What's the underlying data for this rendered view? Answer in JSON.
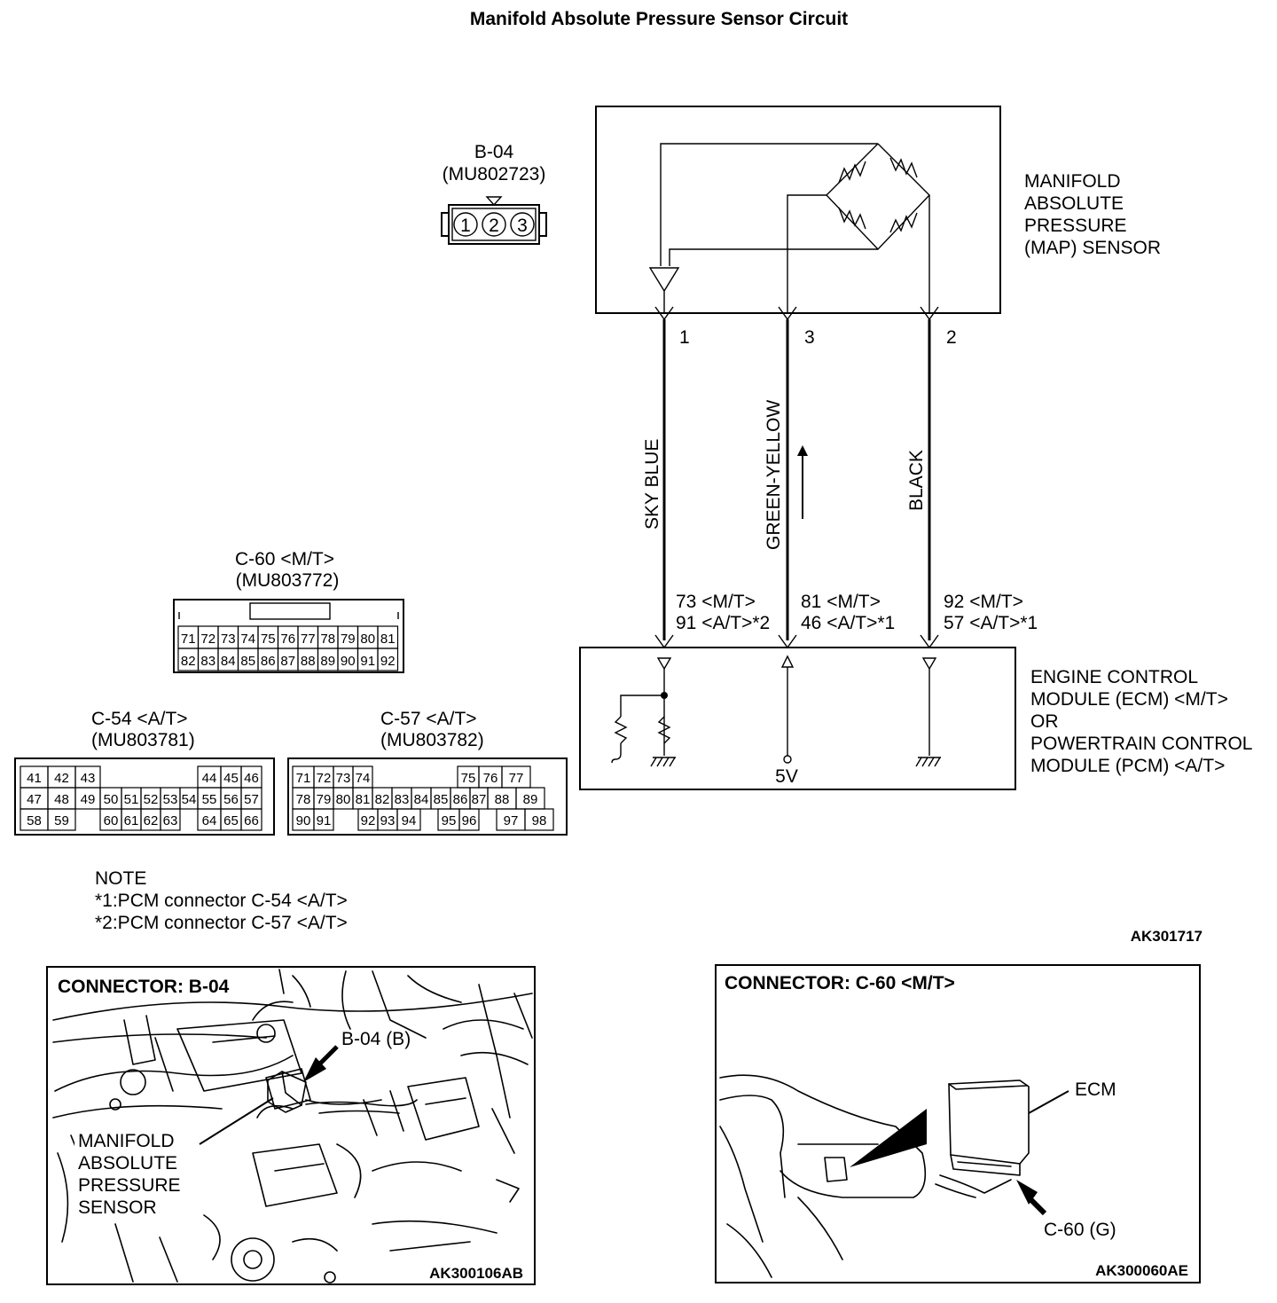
{
  "title": "Manifold Absolute Pressure Sensor Circuit",
  "figure_id": "AK301717",
  "sensor": {
    "name_lines": [
      "MANIFOLD",
      "ABSOLUTE",
      "PRESSURE",
      "(MAP) SENSOR"
    ],
    "terminals": [
      "1",
      "3",
      "2"
    ]
  },
  "connector_b04": {
    "id": "B-04",
    "part": "(MU802723)",
    "pins": [
      "1",
      "2",
      "3"
    ]
  },
  "wires": [
    {
      "color_label": "SKY BLUE",
      "ecm_pin_lines": [
        "73 <M/T>",
        "91 <A/T>*2"
      ]
    },
    {
      "color_label": "GREEN-YELLOW",
      "ecm_pin_lines": [
        "81 <M/T>",
        "46 <A/T>*1"
      ]
    },
    {
      "color_label": "BLACK",
      "ecm_pin_lines": [
        "92 <M/T>",
        "57 <A/T>*1"
      ]
    }
  ],
  "ecm": {
    "name_lines": [
      "ENGINE CONTROL",
      "MODULE (ECM) <M/T>",
      "OR",
      "POWERTRAIN CONTROL",
      "MODULE (PCM) <A/T>"
    ],
    "supply_label": "5V"
  },
  "connector_c60": {
    "id": "C-60 <M/T>",
    "part": "(MU803772)",
    "rows": [
      [
        "71",
        "72",
        "73",
        "74",
        "75",
        "76",
        "77",
        "78",
        "79",
        "80",
        "81"
      ],
      [
        "82",
        "83",
        "84",
        "85",
        "86",
        "87",
        "88",
        "89",
        "90",
        "91",
        "92"
      ]
    ]
  },
  "connector_c54": {
    "id": "C-54 <A/T>",
    "part": "(MU803781)",
    "rows": [
      [
        "41",
        "42",
        "43",
        "",
        "",
        "",
        "",
        "",
        "44",
        "45",
        "46"
      ],
      [
        "47",
        "48",
        "49",
        "50",
        "51",
        "52",
        "53",
        "54",
        "55",
        "56",
        "57"
      ],
      [
        "58",
        "59",
        "",
        "60",
        "61",
        "62",
        "63",
        "",
        "64",
        "65",
        "66"
      ]
    ]
  },
  "connector_c57": {
    "id": "C-57 <A/T>",
    "part": "(MU803782)",
    "rows": [
      [
        "71",
        "72",
        "73",
        "74",
        "",
        "",
        "",
        "",
        "75",
        "76",
        "77"
      ],
      [
        "78",
        "79",
        "80",
        "81",
        "82",
        "83",
        "84",
        "85",
        "86",
        "87",
        "88",
        "89"
      ],
      [
        "90",
        "91",
        "",
        "92",
        "93",
        "94",
        "",
        "95",
        "96",
        "",
        "97",
        "98"
      ]
    ]
  },
  "note": {
    "heading": "NOTE",
    "lines": [
      "*1:PCM connector C-54 <A/T>",
      "*2:PCM connector C-57 <A/T>"
    ]
  },
  "panel_left": {
    "title": "CONNECTOR: B-04",
    "callout": "B-04 (B)",
    "label_lines": [
      "MANIFOLD",
      "ABSOLUTE",
      "PRESSURE",
      "SENSOR"
    ],
    "figure_id": "AK300106AB"
  },
  "panel_right": {
    "title": "CONNECTOR: C-60 <M/T>",
    "ecm_label": "ECM",
    "callout": "C-60 (G)",
    "figure_id": "AK300060AE"
  }
}
